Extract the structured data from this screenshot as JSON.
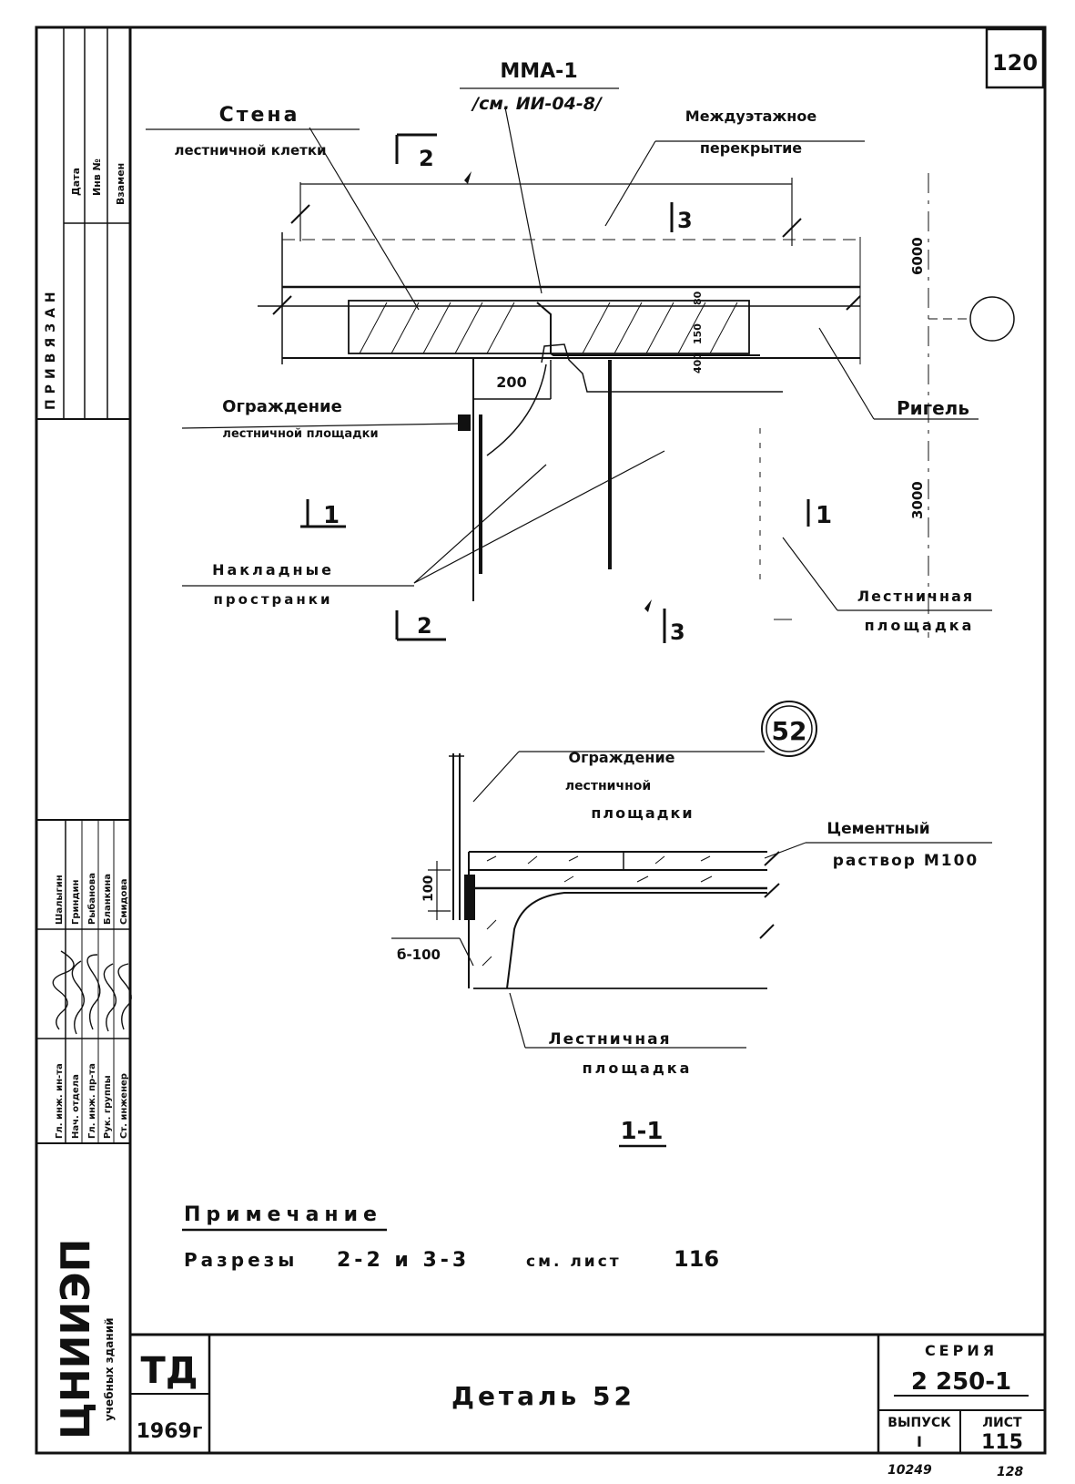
{
  "sheet": {
    "number_top": "120",
    "bottom_left_number": "10249",
    "bottom_right_number": "128"
  },
  "plan": {
    "mma_label": "ММА-1",
    "mma_ref": "/см. ИИ-04-8/",
    "wall_label_1": "Стена",
    "wall_label_2": "лестничной клетки",
    "slab_label_1": "Междуэтажное",
    "slab_label_2": "перекрытие",
    "section_2_top": "2",
    "section_2_bottom": "2",
    "section_3_top": "3",
    "section_3_bottom": "3",
    "section_1_left": "1",
    "section_1_right": "1",
    "dim_6000": "6000",
    "dim_3000": "3000",
    "dim_200": "200",
    "dim_400": "400",
    "dim_150": "150",
    "dim_80": "80",
    "railing_label_1": "Ограждение",
    "railing_label_2": "лестничной площадки",
    "beam_label": "Ригель",
    "plates_label_1": "Накладные",
    "plates_label_2": "пространки",
    "landing_label_1": "Лестничная",
    "landing_label_2": "площадка"
  },
  "section": {
    "detail_number": "52",
    "railing_label_1": "Ограждение",
    "railing_label_2": "лестничной",
    "railing_label_3": "площадки",
    "mortar_label_1": "Цементный",
    "mortar_label_2": "раствор М100",
    "dim_100": "100",
    "dim_b100": "б-100",
    "landing_label_1": "Лестничная",
    "landing_label_2": "площадка",
    "section_title": "1-1"
  },
  "note": {
    "heading": "Примечание",
    "text_prefix": "Разрезы",
    "text_sections": "2-2 и 3-3",
    "text_ref": "см. лист",
    "text_sheet": "116"
  },
  "title_block": {
    "code": "ТД",
    "year": "1969г",
    "title": "Деталь 52",
    "series_label": "СЕРИЯ",
    "series_value": "2 250-1",
    "issue_label": "ВЫПУСК",
    "issue_value": "I",
    "sheet_label": "ЛИСТ",
    "sheet_value": "115"
  },
  "side_stamp": {
    "org_name": "ЦНИИЭП",
    "org_sub": "учебных зданий",
    "roles": [
      "Гл. инж. ин-та",
      "Нач. отдела",
      "Гл. инж. пр-та",
      "Рук. группы",
      "Ст. инженер"
    ],
    "names": [
      "Шалыгин",
      "Гриндин",
      "Рыбанова",
      "Бланкина",
      "Смидова"
    ],
    "doc_label": "ПРИВЯЗАН",
    "col_date": "Дата",
    "col_inv": "Инв №",
    "col_change": "Взамен"
  }
}
